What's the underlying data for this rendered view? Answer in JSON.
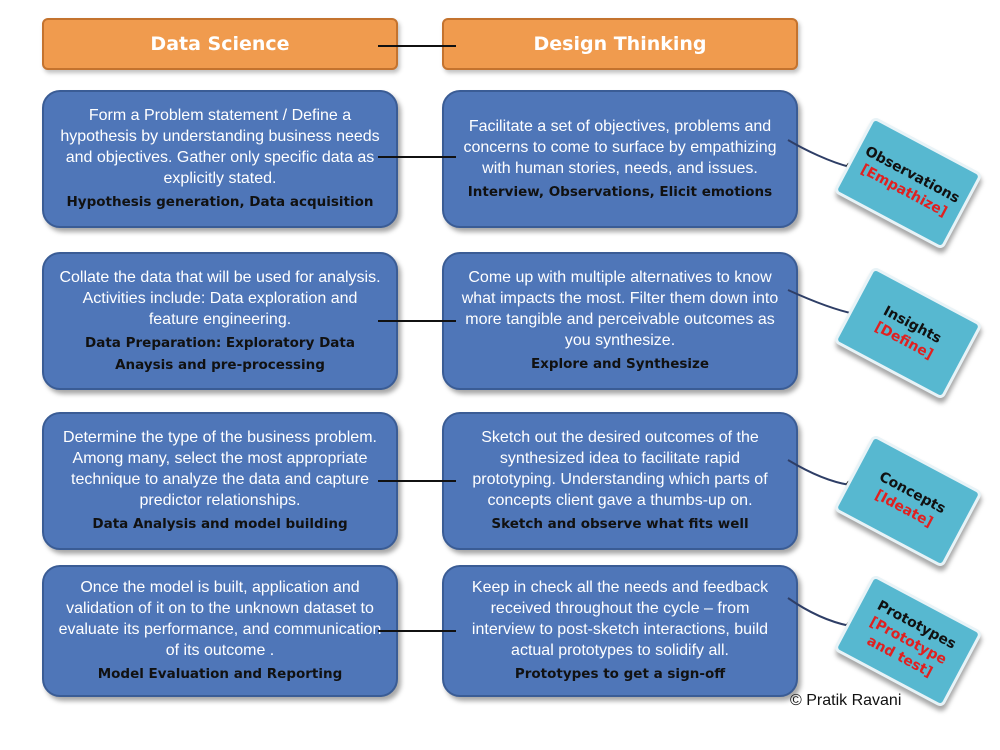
{
  "headers": {
    "left": "Data Science",
    "right": "Design Thinking"
  },
  "rows": [
    {
      "ds_text": "Form a Problem statement / Define a hypothesis by understanding business needs and objectives. Gather only specific data as explicitly stated.",
      "ds_label": "Hypothesis generation, Data acquisition",
      "dt_text": "Facilitate a set of objectives, problems and concerns to come to surface by empathizing with human stories, needs, and issues.",
      "dt_label": "Interview, Observations, Elicit emotions",
      "tag_title": "Observations",
      "tag_sub": "[Empathize]"
    },
    {
      "ds_text": "Collate the data that will be used for analysis. Activities include:  Data exploration and feature engineering.",
      "ds_label": "Data Preparation: Exploratory Data Anaysis and pre-processing",
      "dt_text": "Come up with multiple alternatives to know what impacts the most. Filter them down into more tangible and perceivable outcomes as you synthesize.",
      "dt_label": "Explore and Synthesize",
      "tag_title": "Insights",
      "tag_sub": "[Define]"
    },
    {
      "ds_text": "Determine the type of the business problem. Among many, select the most appropriate technique to analyze the data and capture predictor relationships.",
      "ds_label": "Data Analysis and model building",
      "dt_text": "Sketch out the desired outcomes of the synthesized idea to facilitate rapid prototyping. Understanding which parts of concepts client gave a thumbs-up on.",
      "dt_label": "Sketch and observe what fits well",
      "tag_title": "Concepts",
      "tag_sub": "[Ideate]"
    },
    {
      "ds_text": "Once the model is built, application and validation of it on to the unknown dataset to evaluate its performance, and communication of its outcome .",
      "ds_label": "Model Evaluation and Reporting",
      "dt_text": "Keep in check all the needs and feedback received throughout the cycle – from interview to post-sketch interactions, build actual prototypes to solidify all.",
      "dt_label": "Prototypes to get a sign-off",
      "tag_title": "Prototypes",
      "tag_sub": "[Prototype and test]"
    }
  ],
  "copyright": "© Pratik Ravani",
  "colors": {
    "header_fill": "#f09b4e",
    "box_fill": "#4f76b8",
    "tag_fill": "#57b8d0",
    "tag_sub_text": "#e02020"
  }
}
